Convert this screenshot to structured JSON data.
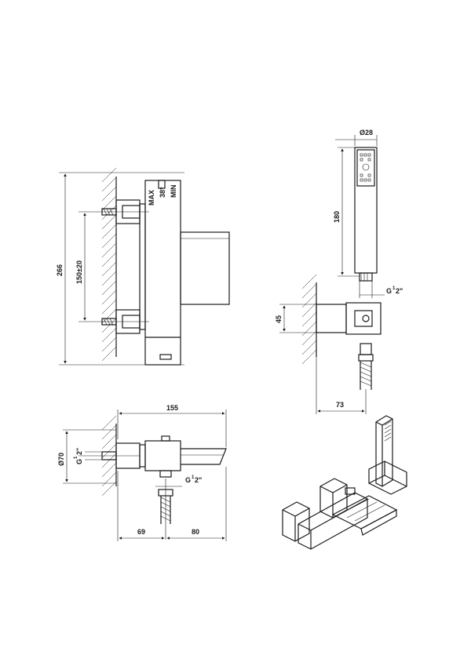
{
  "dims": {
    "front_height": "266",
    "front_spacing": "150±20",
    "label_max": "MAX",
    "label_temp": "38°",
    "label_min": "MIN",
    "top_width": "155",
    "top_dia": "Ø70",
    "top_thread_left": "G",
    "thread_sup": "1",
    "thread_sub": "2\"",
    "top_thread_bottom": "G",
    "top_left_offset": "69",
    "top_right_offset": "80",
    "shower_dia": "Ø28",
    "shower_length": "180",
    "shower_thread": "G",
    "holder_height": "45",
    "holder_depth": "73"
  }
}
